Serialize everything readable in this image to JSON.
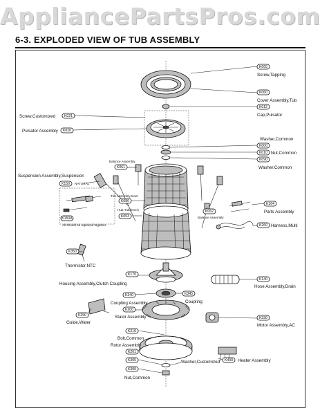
{
  "watermark": "AppliancePartsPros.com",
  "title": "6-3. EXPLODED VIEW OF TUB ASSEMBLY",
  "callouts": [
    {
      "id": "screw-tapping",
      "code": "K065",
      "text": "Screw,Tapping"
    },
    {
      "id": "cover-assembly-tub",
      "code": "K060",
      "text": "Cover Assembly,Tub"
    },
    {
      "id": "cap-pulsator",
      "code": "K012",
      "text": "Cap,Pulsator"
    },
    {
      "id": "screw-customized",
      "code": "K021",
      "text": "Screw,Customized"
    },
    {
      "id": "pulsator-assembly",
      "code": "K020",
      "text": "Pulsator Assembly"
    },
    {
      "id": "washer-common-1",
      "code": "K000",
      "text": "Washer,Common"
    },
    {
      "id": "nut-common-1",
      "code": "K010",
      "text": "Nut,Common"
    },
    {
      "id": "washer-common-2",
      "code": "K090",
      "text": "Washer,Common"
    },
    {
      "id": "balance-assembly-1",
      "code": "K061",
      "text": "Balance Assembly"
    },
    {
      "id": "suspension-assembly",
      "code": "K150",
      "text": "Suspension Assembly,Suspension"
    },
    {
      "id": "tub-assembly-inner",
      "code": "K080",
      "text": "Tub Assembly,Inner"
    },
    {
      "id": "tub-outer",
      "code": "K053",
      "text": "Hub,Tub(inner)"
    },
    {
      "id": "balance-assembly-2",
      "code": "K062",
      "text": "Balance Assembly"
    },
    {
      "id": "parts-assembly",
      "code": "K164",
      "text": "Parts Assembly"
    },
    {
      "id": "harness-multi",
      "code": "K260",
      "text": "Harness,Multi"
    },
    {
      "id": "thermistor-ntc",
      "code": "K350",
      "text": "Thermistor,NTC"
    },
    {
      "id": "housing-assembly-clutch",
      "code": "K170",
      "text": "Housing Assembly,Clutch Coupling"
    },
    {
      "id": "hose-assembly-drain",
      "code": "K140",
      "text": "Hose Assembly,Drain"
    },
    {
      "id": "coupling-assembly",
      "code": "K340",
      "text": "Coupling Assembly"
    },
    {
      "id": "coupling",
      "code": "K345",
      "text": "Coupling"
    },
    {
      "id": "stator-assembly",
      "code": "K200",
      "text": "Stator Assembly"
    },
    {
      "id": "guide-water",
      "code": "K290",
      "text": "Guide,Water"
    },
    {
      "id": "motor-assembly-ac",
      "code": "K330",
      "text": "Motor Assembly,AC"
    },
    {
      "id": "bolt-common",
      "code": "K210",
      "text": "Bolt,Common"
    },
    {
      "id": "rotor-assembly",
      "code": "K201",
      "text": "Rotor Assembly"
    },
    {
      "id": "washer-customized",
      "code": "K305",
      "text": "Washer,Customized"
    },
    {
      "id": "nut-common-2",
      "code": "K300",
      "text": "Nut,Common"
    },
    {
      "id": "heater-assembly",
      "code": "K400",
      "text": "Heater Assembly"
    }
  ],
  "notes": {
    "natural": "NATURAL",
    "k150a": "K150A",
    "replace_together": "All should be replaced together"
  }
}
